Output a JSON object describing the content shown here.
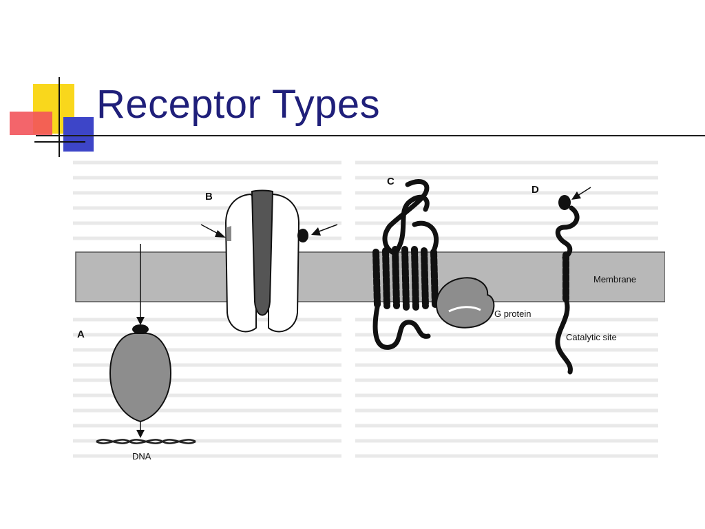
{
  "slide": {
    "title": "Receptor Types"
  },
  "figure": {
    "panel_labels": {
      "a": "A",
      "b": "B",
      "c": "C",
      "d": "D"
    },
    "labels": {
      "membrane": "Membrane",
      "g_protein": "G protein",
      "catalytic_site": "Catalytic site",
      "dna": "DNA"
    }
  }
}
